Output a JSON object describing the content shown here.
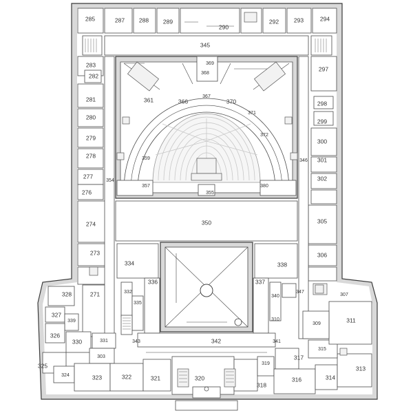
{
  "rooms": {
    "r285": "285",
    "r287": "287",
    "r288": "288",
    "r289": "289",
    "r290": "290",
    "r292": "292",
    "r293": "293",
    "r294": "294",
    "r345": "345",
    "r368": "368",
    "r369": "369",
    "r283": "283",
    "r282": "282",
    "r281": "281",
    "r280": "280",
    "r279": "279",
    "r278": "278",
    "r277": "277",
    "r276": "276",
    "r274": "274",
    "r273": "273",
    "r271": "271",
    "r297": "297",
    "r298": "298",
    "r299": "299",
    "r300": "300",
    "r301": "301",
    "r302": "302",
    "r305": "305",
    "r306": "306",
    "r361": "361",
    "r366": "366",
    "r367": "367",
    "r370": "370",
    "r371": "371",
    "r372": "372",
    "r359": "359",
    "r350": "350",
    "r334": "334",
    "r336": "336",
    "r337": "337",
    "r338": "338",
    "r335": "335",
    "r340": "340",
    "r342": "342",
    "r343": "343",
    "r341": "341",
    "r328": "328",
    "r327": "327",
    "r326": "326",
    "r339": "339",
    "r330": "330",
    "r331": "331",
    "r303": "303",
    "r325": "325",
    "r324": "324",
    "r323": "323",
    "r322": "322",
    "r321": "321",
    "r320": "320",
    "r319": "319",
    "r318": "318",
    "r317": "317",
    "r316": "316",
    "r315": "315",
    "r314": "314",
    "r313": "313",
    "r311": "311",
    "r309": "309",
    "r307": "307",
    "r354": "354",
    "r346": "346",
    "r347": "347",
    "r332": "332",
    "r310": "310",
    "r357": "357",
    "r380": "380",
    "r355": "355"
  }
}
